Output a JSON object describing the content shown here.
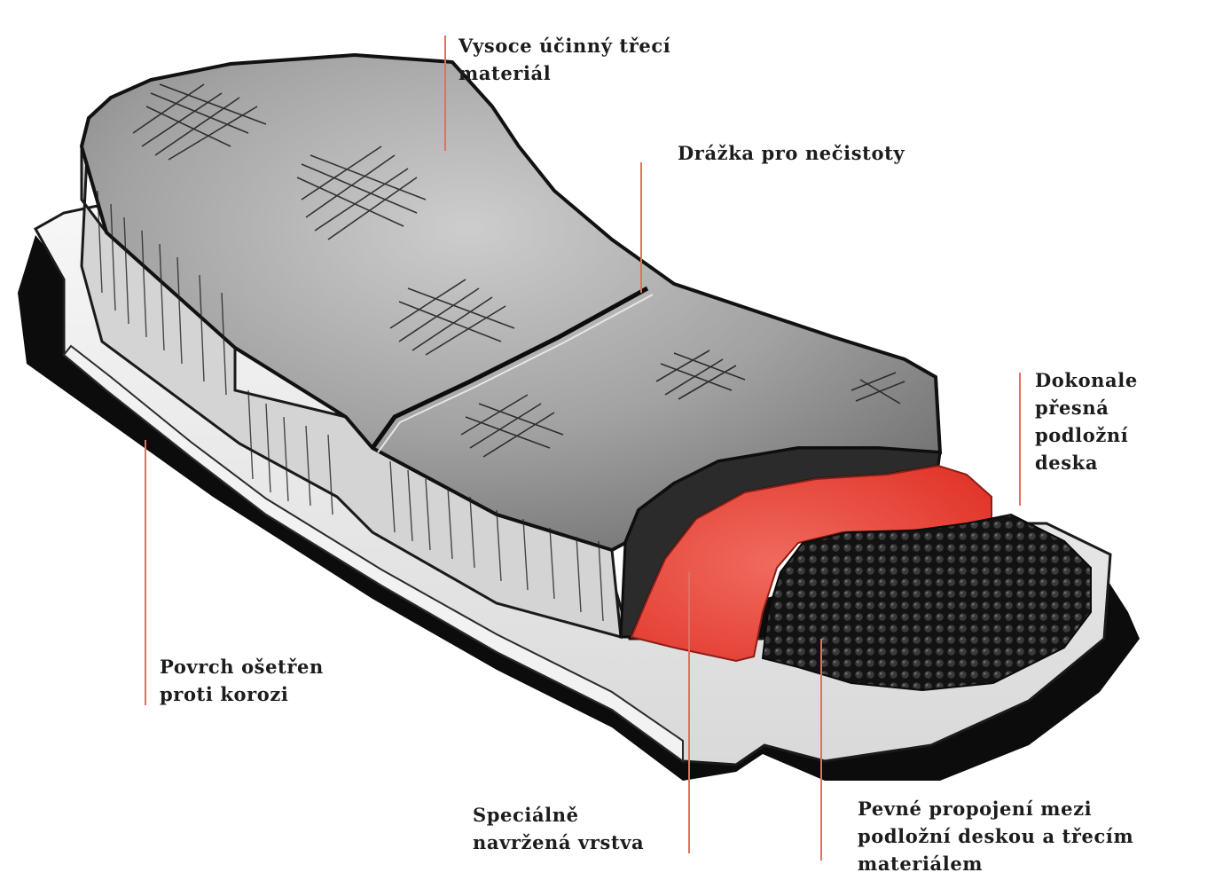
{
  "labels": {
    "friction_material": [
      "Vysoce účinný třecí",
      "materiál"
    ],
    "dirt_groove": [
      "Drážka pro nečistoty"
    ],
    "backing_plate": [
      "Dokonale",
      "přesná",
      "podložní",
      "deska"
    ],
    "corrosion_treatment": [
      "Povrch ošetřen",
      "proti korozi"
    ],
    "special_layer": [
      "Speciálně",
      "navržená vrstva"
    ],
    "bond": [
      "Pevné propojení mezi",
      "podložní deskou a třecím",
      "materiálem"
    ]
  },
  "colors": {
    "leader_line": "#e07060",
    "underlayer": "#e8463a",
    "friction_surface": "#a2a2a2",
    "friction_edge": "#d8d8d8",
    "backing_plate": "#eeeeee",
    "shadow": "#0c0c0c",
    "text": "#1c1c1c"
  }
}
